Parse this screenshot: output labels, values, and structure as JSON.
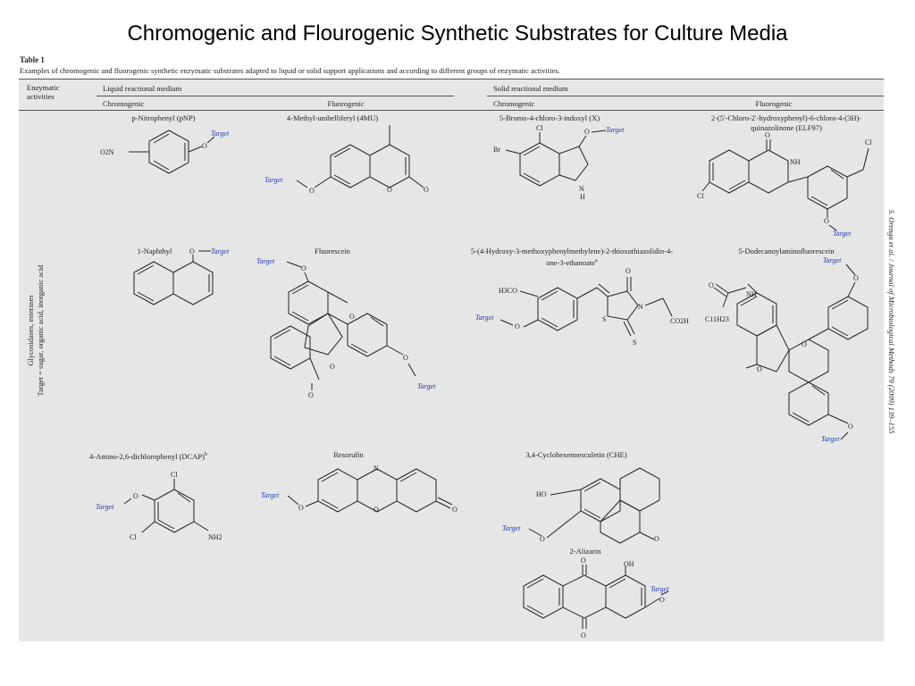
{
  "slide_title": "Chromogenic and Flourogenic Synthetic Substrates for Culture Media",
  "table": {
    "label": "Table 1",
    "caption": "Examples of chromogenic and fluorogenic synthetic enzymatic substrates adapted to liquid or solid support applications and according to different groups of enzymatic activities.",
    "header_col": "Enzymatic activities",
    "liquid_medium": "Liquid reactional medium",
    "solid_medium": "Solid reactional medium",
    "chromogenic": "Chromogenic",
    "fluorogenic": "Fluorogenic",
    "row_label_line1": "Glycosidases, esterases",
    "row_label_line2": "Target = sugar, organic acid, inorganic acid",
    "citation": "S. Orenga et al. / Journal of Microbiological Methods 79 (2009) 139–155"
  },
  "compounds": {
    "pnp": "p-Nitrophenyl (pNP)",
    "mu": "4-Methyl-umbelliferyl (4MU)",
    "x": "5-Bromo-4-chloro-3-indoxyl (X)",
    "elf": "2-(5'-Chloro-2'-hydroxyphenyl)-6-chloro-4-(3H)-quinazolinone (ELF97)",
    "naphthyl": "1-Naphthyl",
    "fluorescein": "Fluorescein",
    "thioxo": "5-(4-Hydroxy-3-methoxyphenylmethylene)-2-thioxothiazolidin-4-one-3-ethanoate",
    "dodecanoyl": "5-Dodecanoylaminofluorescein",
    "dcap": "4-Amino-2,6-dichlorophenyl (DCAP)",
    "resorufin": "Resorufin",
    "che": "3,4-Cyclohexenoesculetin (CHE)",
    "alizarin": "2-Alizarin"
  },
  "labels": {
    "target": "Target",
    "o": "O",
    "o2n": "O2N",
    "cl": "Cl",
    "br": "Br",
    "nh": "NH",
    "n": "N",
    "h": "H",
    "h3co": "H3CO",
    "s": "S",
    "co2h": "CO2H",
    "c11h23": "C11H23",
    "nh2": "NH2",
    "ho": "HO",
    "oh": "OH"
  }
}
